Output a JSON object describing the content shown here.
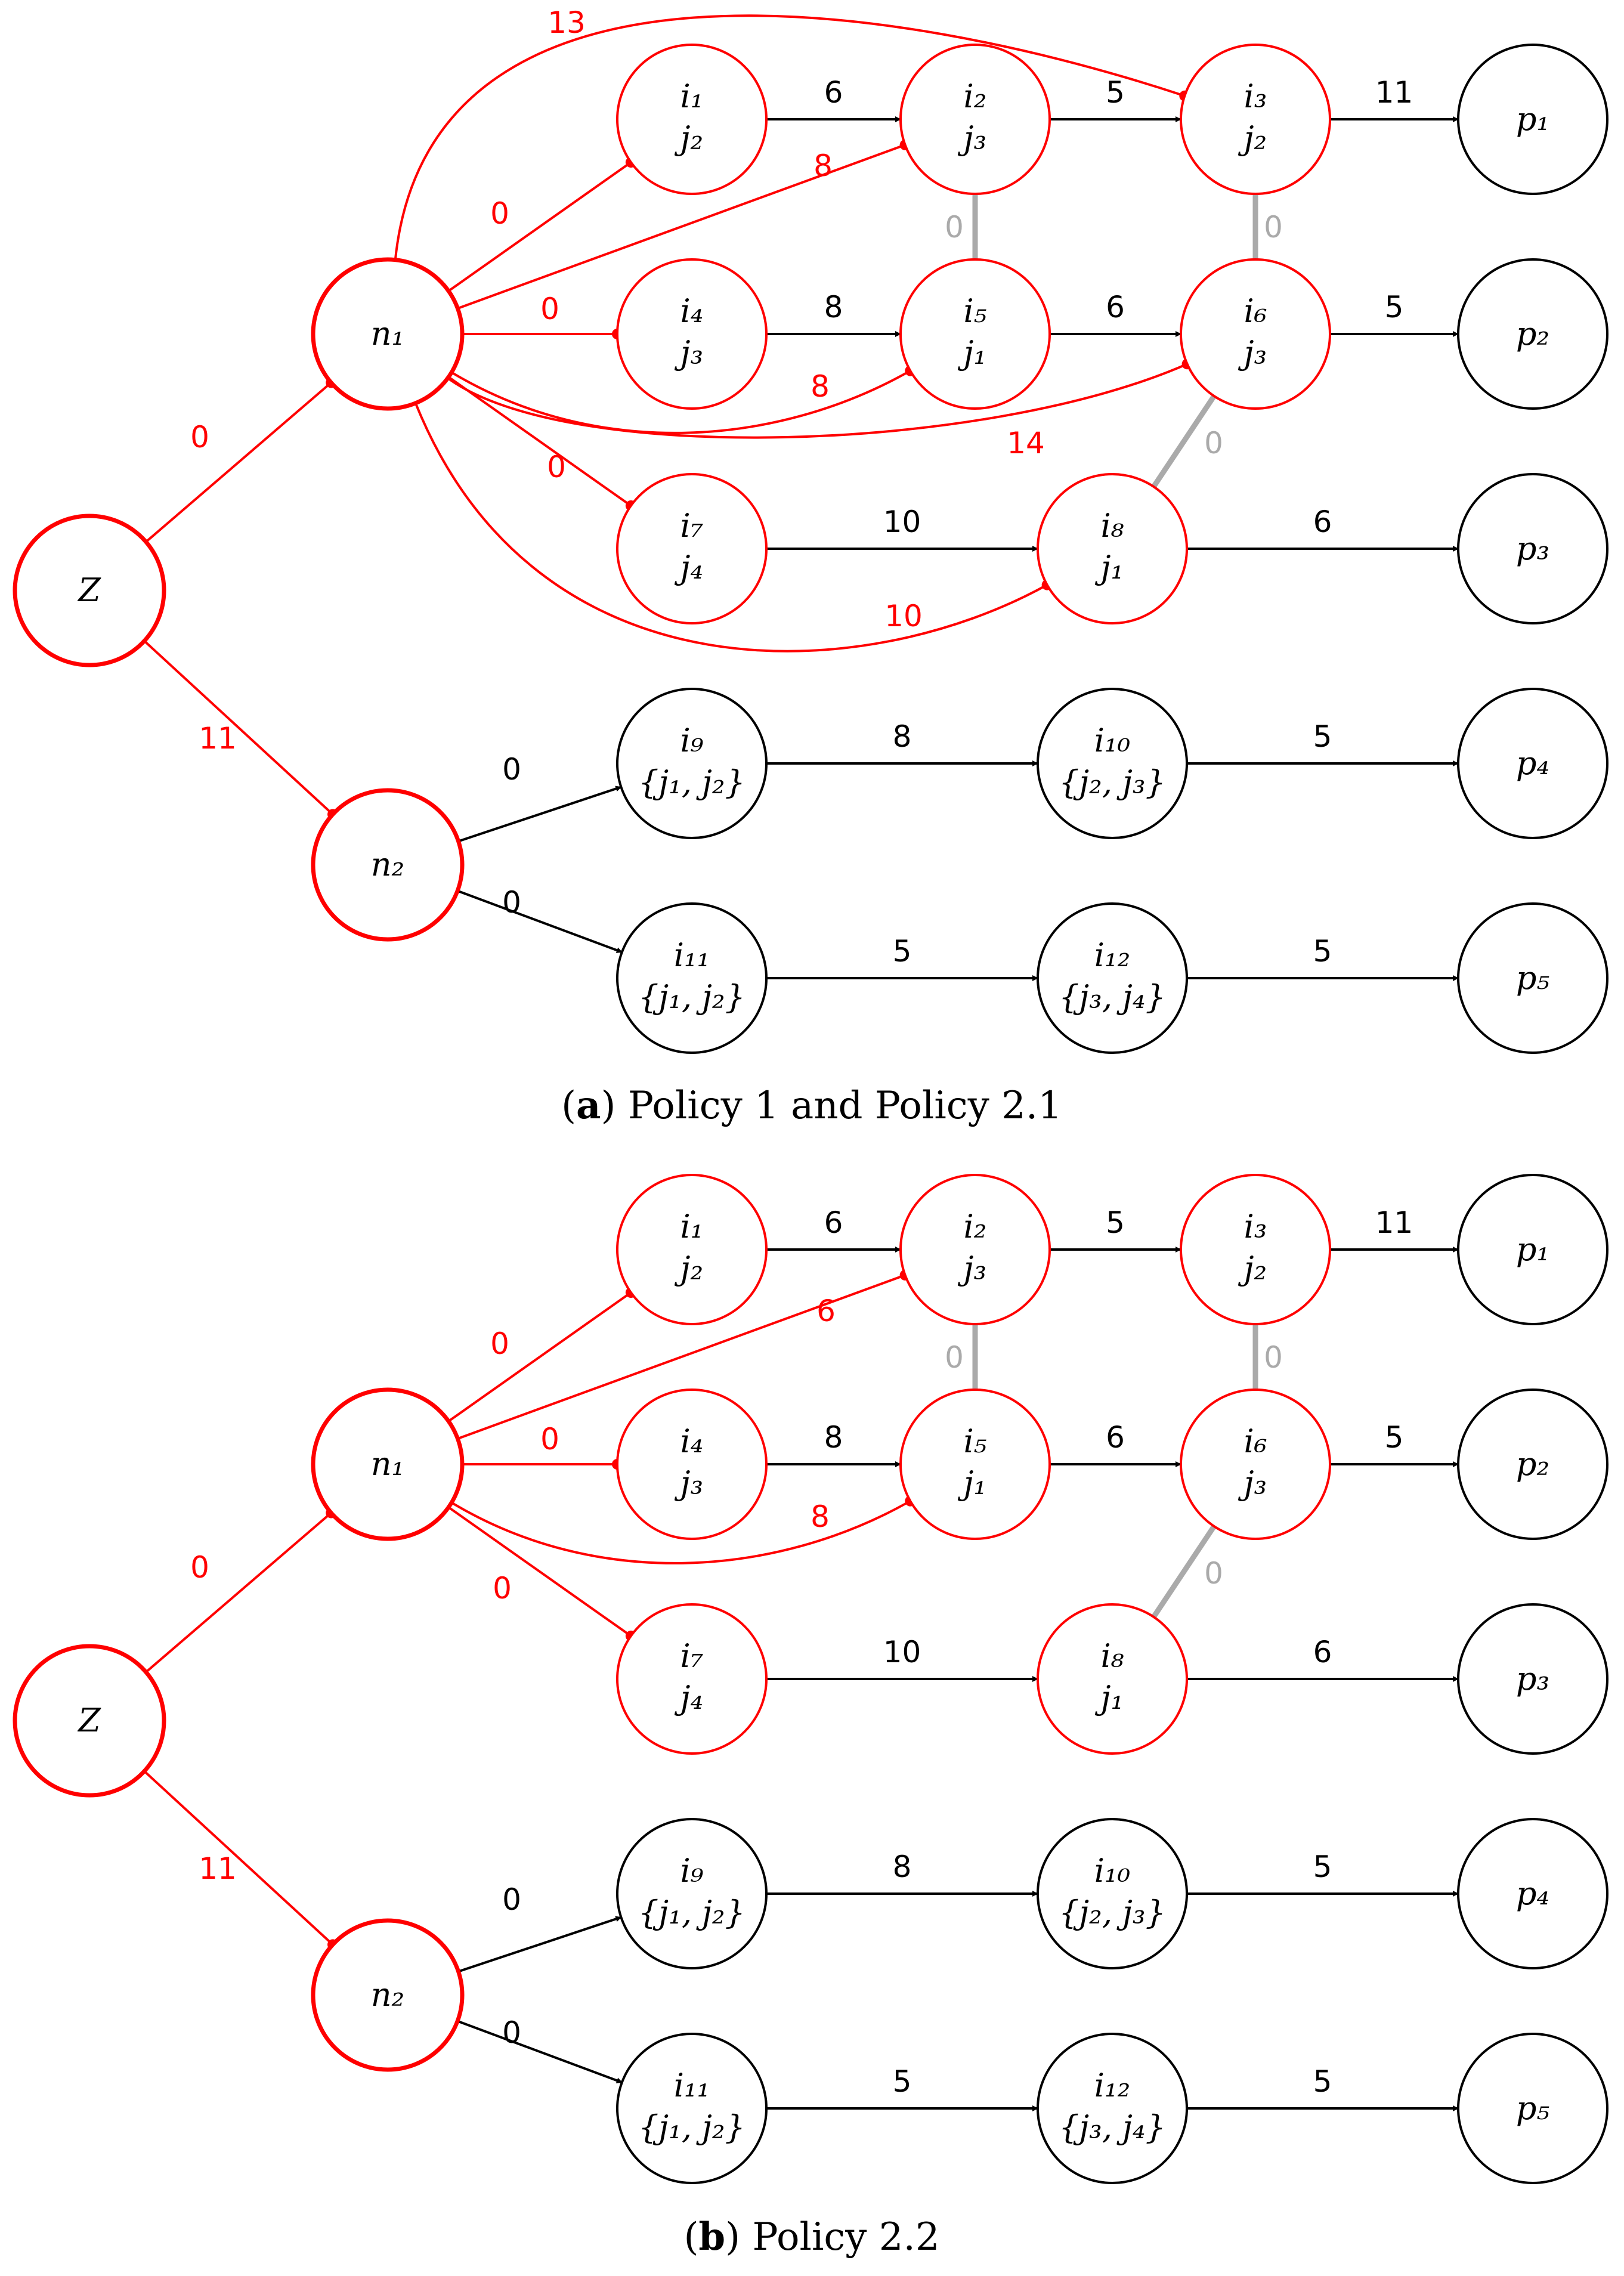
{
  "colors": {
    "active": "#ff0000",
    "idle": "#000000",
    "dependency": "#aaaaaa"
  },
  "panels": [
    {
      "id": "a",
      "caption_letter": "a",
      "caption_text": "Policy 1 and Policy 2.1",
      "nodes": [
        {
          "id": "Z",
          "lines": [
            "Z"
          ],
          "status": "active",
          "thick": true
        },
        {
          "id": "n1",
          "lines": [
            "n₁"
          ],
          "status": "active",
          "thick": true
        },
        {
          "id": "n2",
          "lines": [
            "n₂"
          ],
          "status": "active",
          "thick": true
        },
        {
          "id": "i1",
          "lines": [
            "i₁",
            "j₂"
          ],
          "status": "active"
        },
        {
          "id": "i2",
          "lines": [
            "i₂",
            "j₃"
          ],
          "status": "active"
        },
        {
          "id": "i3",
          "lines": [
            "i₃",
            "j₂"
          ],
          "status": "active"
        },
        {
          "id": "i4",
          "lines": [
            "i₄",
            "j₃"
          ],
          "status": "active"
        },
        {
          "id": "i5",
          "lines": [
            "i₅",
            "j₁"
          ],
          "status": "active"
        },
        {
          "id": "i6",
          "lines": [
            "i₆",
            "j₃"
          ],
          "status": "active"
        },
        {
          "id": "i7",
          "lines": [
            "i₇",
            "j₄"
          ],
          "status": "active"
        },
        {
          "id": "i8",
          "lines": [
            "i₈",
            "j₁"
          ],
          "status": "active"
        },
        {
          "id": "i9",
          "lines": [
            "i₉",
            "{j₁, j₂}"
          ],
          "status": "idle"
        },
        {
          "id": "i10",
          "lines": [
            "i₁₀",
            "{j₂, j₃}"
          ],
          "status": "idle"
        },
        {
          "id": "i11",
          "lines": [
            "i₁₁",
            "{j₁, j₂}"
          ],
          "status": "idle"
        },
        {
          "id": "i12",
          "lines": [
            "i₁₂",
            "{j₃, j₄}"
          ],
          "status": "idle"
        },
        {
          "id": "p1",
          "lines": [
            "p₁"
          ],
          "status": "idle"
        },
        {
          "id": "p2",
          "lines": [
            "p₂"
          ],
          "status": "idle"
        },
        {
          "id": "p3",
          "lines": [
            "p₃"
          ],
          "status": "idle"
        },
        {
          "id": "p4",
          "lines": [
            "p₄"
          ],
          "status": "idle"
        },
        {
          "id": "p5",
          "lines": [
            "p₅"
          ],
          "status": "idle"
        }
      ],
      "edges": [
        {
          "from": "Z",
          "to": "n1",
          "label": "0",
          "kind": "active"
        },
        {
          "from": "Z",
          "to": "n2",
          "label": "11",
          "kind": "active"
        },
        {
          "from": "n1",
          "to": "i1",
          "label": "0",
          "kind": "active"
        },
        {
          "from": "n1",
          "to": "i2",
          "label": "8",
          "kind": "active"
        },
        {
          "from": "n1",
          "to": "i3",
          "label": "13",
          "kind": "active"
        },
        {
          "from": "n1",
          "to": "i4",
          "label": "0",
          "kind": "active"
        },
        {
          "from": "n1",
          "to": "i5",
          "label": "8",
          "kind": "active"
        },
        {
          "from": "n1",
          "to": "i6",
          "label": "14",
          "kind": "active"
        },
        {
          "from": "n1",
          "to": "i7",
          "label": "0",
          "kind": "active"
        },
        {
          "from": "n1",
          "to": "i8",
          "label": "10",
          "kind": "active"
        },
        {
          "from": "n2",
          "to": "i9",
          "label": "0",
          "kind": "flow"
        },
        {
          "from": "n2",
          "to": "i11",
          "label": "0",
          "kind": "flow"
        },
        {
          "from": "i1",
          "to": "i2",
          "label": "6",
          "kind": "flow"
        },
        {
          "from": "i2",
          "to": "i3",
          "label": "5",
          "kind": "flow"
        },
        {
          "from": "i3",
          "to": "p1",
          "label": "11",
          "kind": "flow"
        },
        {
          "from": "i4",
          "to": "i5",
          "label": "8",
          "kind": "flow"
        },
        {
          "from": "i5",
          "to": "i6",
          "label": "6",
          "kind": "flow"
        },
        {
          "from": "i6",
          "to": "p2",
          "label": "5",
          "kind": "flow"
        },
        {
          "from": "i7",
          "to": "i8",
          "label": "10",
          "kind": "flow"
        },
        {
          "from": "i8",
          "to": "p3",
          "label": "6",
          "kind": "flow"
        },
        {
          "from": "i9",
          "to": "i10",
          "label": "8",
          "kind": "flow"
        },
        {
          "from": "i10",
          "to": "p4",
          "label": "5",
          "kind": "flow"
        },
        {
          "from": "i11",
          "to": "i12",
          "label": "5",
          "kind": "flow"
        },
        {
          "from": "i12",
          "to": "p5",
          "label": "5",
          "kind": "flow"
        },
        {
          "from": "i5",
          "to": "i2",
          "label": "0",
          "kind": "dependency"
        },
        {
          "from": "i3",
          "to": "i6",
          "label": "0",
          "kind": "dependency"
        },
        {
          "from": "i6",
          "to": "i8",
          "label": "0",
          "kind": "dependency"
        }
      ]
    },
    {
      "id": "b",
      "caption_letter": "b",
      "caption_text": "Policy 2.2",
      "nodes": [
        {
          "id": "Z",
          "lines": [
            "Z"
          ],
          "status": "active",
          "thick": true
        },
        {
          "id": "n1",
          "lines": [
            "n₁"
          ],
          "status": "active",
          "thick": true
        },
        {
          "id": "n2",
          "lines": [
            "n₂"
          ],
          "status": "active",
          "thick": true
        },
        {
          "id": "i1",
          "lines": [
            "i₁",
            "j₂"
          ],
          "status": "active"
        },
        {
          "id": "i2",
          "lines": [
            "i₂",
            "j₃"
          ],
          "status": "active"
        },
        {
          "id": "i3",
          "lines": [
            "i₃",
            "j₂"
          ],
          "status": "active"
        },
        {
          "id": "i4",
          "lines": [
            "i₄",
            "j₃"
          ],
          "status": "active"
        },
        {
          "id": "i5",
          "lines": [
            "i₅",
            "j₁"
          ],
          "status": "active"
        },
        {
          "id": "i6",
          "lines": [
            "i₆",
            "j₃"
          ],
          "status": "active"
        },
        {
          "id": "i7",
          "lines": [
            "i₇",
            "j₄"
          ],
          "status": "active"
        },
        {
          "id": "i8",
          "lines": [
            "i₈",
            "j₁"
          ],
          "status": "active"
        },
        {
          "id": "i9",
          "lines": [
            "i₉",
            "{j₁, j₂}"
          ],
          "status": "idle"
        },
        {
          "id": "i10",
          "lines": [
            "i₁₀",
            "{j₂, j₃}"
          ],
          "status": "idle"
        },
        {
          "id": "i11",
          "lines": [
            "i₁₁",
            "{j₁, j₂}"
          ],
          "status": "idle"
        },
        {
          "id": "i12",
          "lines": [
            "i₁₂",
            "{j₃, j₄}"
          ],
          "status": "idle"
        },
        {
          "id": "p1",
          "lines": [
            "p₁"
          ],
          "status": "idle"
        },
        {
          "id": "p2",
          "lines": [
            "p₂"
          ],
          "status": "idle"
        },
        {
          "id": "p3",
          "lines": [
            "p₃"
          ],
          "status": "idle"
        },
        {
          "id": "p4",
          "lines": [
            "p₄"
          ],
          "status": "idle"
        },
        {
          "id": "p5",
          "lines": [
            "p₅"
          ],
          "status": "idle"
        }
      ],
      "edges": [
        {
          "from": "Z",
          "to": "n1",
          "label": "0",
          "kind": "active"
        },
        {
          "from": "Z",
          "to": "n2",
          "label": "11",
          "kind": "active"
        },
        {
          "from": "n1",
          "to": "i1",
          "label": "0",
          "kind": "active"
        },
        {
          "from": "n1",
          "to": "i2",
          "label": "6",
          "kind": "active"
        },
        {
          "from": "n1",
          "to": "i4",
          "label": "0",
          "kind": "active"
        },
        {
          "from": "n1",
          "to": "i5",
          "label": "8",
          "kind": "active"
        },
        {
          "from": "n1",
          "to": "i7",
          "label": "0",
          "kind": "active"
        },
        {
          "from": "n2",
          "to": "i9",
          "label": "0",
          "kind": "flow"
        },
        {
          "from": "n2",
          "to": "i11",
          "label": "0",
          "kind": "flow"
        },
        {
          "from": "i1",
          "to": "i2",
          "label": "6",
          "kind": "flow"
        },
        {
          "from": "i2",
          "to": "i3",
          "label": "5",
          "kind": "flow"
        },
        {
          "from": "i3",
          "to": "p1",
          "label": "11",
          "kind": "flow"
        },
        {
          "from": "i4",
          "to": "i5",
          "label": "8",
          "kind": "flow"
        },
        {
          "from": "i5",
          "to": "i6",
          "label": "6",
          "kind": "flow"
        },
        {
          "from": "i6",
          "to": "p2",
          "label": "5",
          "kind": "flow"
        },
        {
          "from": "i7",
          "to": "i8",
          "label": "10",
          "kind": "flow"
        },
        {
          "from": "i8",
          "to": "p3",
          "label": "6",
          "kind": "flow"
        },
        {
          "from": "i9",
          "to": "i10",
          "label": "8",
          "kind": "flow"
        },
        {
          "from": "i10",
          "to": "p4",
          "label": "5",
          "kind": "flow"
        },
        {
          "from": "i11",
          "to": "i12",
          "label": "5",
          "kind": "flow"
        },
        {
          "from": "i12",
          "to": "p5",
          "label": "5",
          "kind": "flow"
        },
        {
          "from": "i5",
          "to": "i2",
          "label": "0",
          "kind": "dependency"
        },
        {
          "from": "i3",
          "to": "i6",
          "label": "0",
          "kind": "dependency"
        },
        {
          "from": "i6",
          "to": "i8",
          "label": "0",
          "kind": "dependency"
        }
      ]
    }
  ]
}
